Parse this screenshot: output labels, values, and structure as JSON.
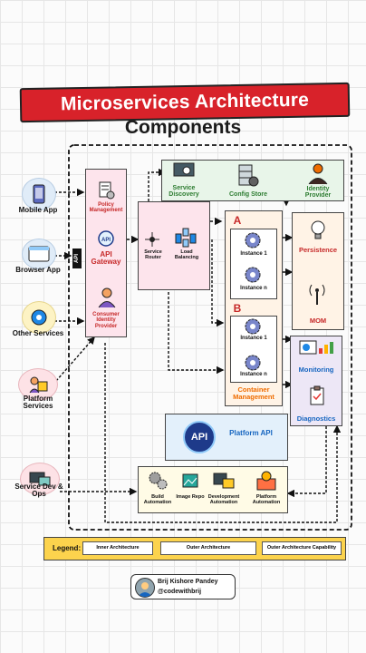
{
  "title_line1": "Microservices Architecture",
  "title_line2": "Components",
  "clients": {
    "mobile": "Mobile App",
    "browser": "Browser App",
    "other": "Other Services",
    "platform": "Platform Services",
    "devops": "Service Dev & Ops"
  },
  "gateway": {
    "api_tag": "API",
    "policy": "Policy Management",
    "api_gateway": "API Gateway",
    "consumer": "Consumer Identity Provider"
  },
  "routing": {
    "service_router": "Service Router",
    "load_balancing": "Load Balancing"
  },
  "top_bar": {
    "service_discovery": "Service Discovery",
    "config_store": "Config Store",
    "identity_provider": "Identity Provider"
  },
  "container": {
    "group_a": "A",
    "group_b": "B",
    "instance_1": "Instance 1",
    "instance_n": "Instance n",
    "label": "Container Management"
  },
  "right": {
    "persistence": "Persistence",
    "mom": "MOM",
    "monitoring": "Monitoring",
    "diagnostics": "Diagnostics"
  },
  "platform_api": {
    "badge": "API",
    "label": "Platform API"
  },
  "automation": {
    "build": "Build Automation",
    "image": "Image Repo",
    "development": "Development Automation",
    "platform": "Platform Automation"
  },
  "legend": {
    "title": "Legend:",
    "inner": "Inner Architecture",
    "outer": "Outer Architecture",
    "capability": "Outer Architecture Capability"
  },
  "credit": {
    "name": "Brij Kishore Pandey",
    "handle": "@codewithbrij"
  },
  "colors": {
    "red": "#d8222a",
    "yellow_legend": "#fcd34d",
    "green_box": "#e8f5e9",
    "pink_box": "#fde4ec",
    "blue_box": "#e3f0fb",
    "peach_box": "#fff3e6",
    "cream_box": "#fffbe6",
    "lavender_box": "#ede7f6"
  }
}
